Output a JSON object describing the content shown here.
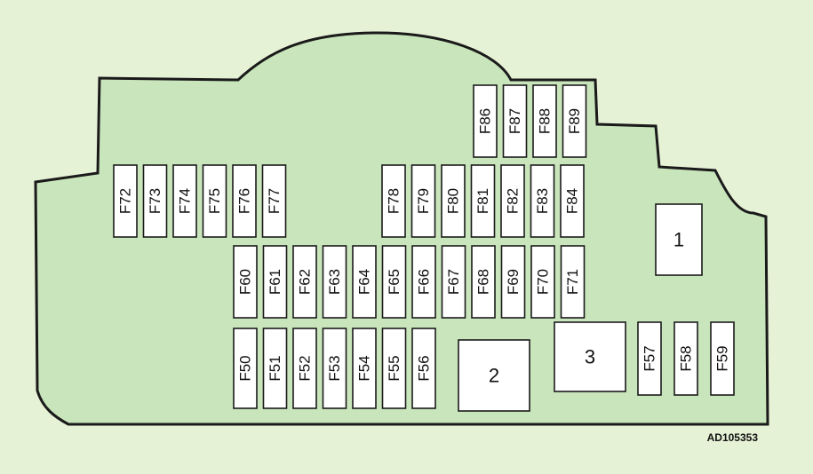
{
  "diagram": {
    "code": "AD105353",
    "colors": {
      "background": "#e6f2d6",
      "panel": "#c9e5bb",
      "outline": "#1a1a1a",
      "fuse": "#ffffff"
    },
    "fuses": [
      "F86",
      "F87",
      "F88",
      "F89",
      "F72",
      "F73",
      "F74",
      "F75",
      "F76",
      "F77",
      "F78",
      "F79",
      "F80",
      "F81",
      "F82",
      "F83",
      "F84",
      "F60",
      "F61",
      "F62",
      "F63",
      "F64",
      "F65",
      "F66",
      "F67",
      "F68",
      "F69",
      "F70",
      "F71",
      "F50",
      "F51",
      "F52",
      "F53",
      "F54",
      "F55",
      "F56",
      "F57",
      "F58",
      "F59"
    ],
    "relays": [
      "1",
      "2",
      "3"
    ]
  }
}
